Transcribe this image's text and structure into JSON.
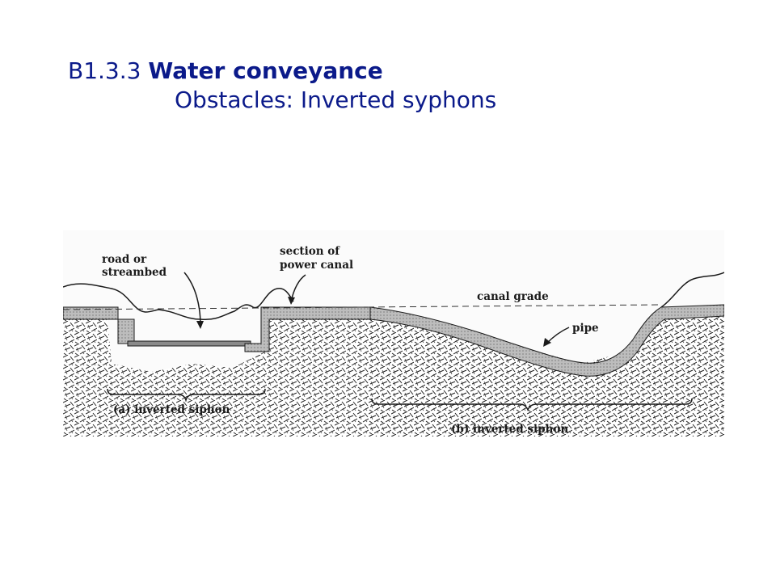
{
  "slide": {
    "section_number": "B1.3.3",
    "section_title": "Water conveyance",
    "subtitle": "Obstacles: Inverted syphons"
  },
  "figure": {
    "labels": {
      "road_or": "road or",
      "streambed": "streambed",
      "section_of": "section of",
      "power_canal": "power canal",
      "canal_grade": "canal grade",
      "pipe": "pipe",
      "caption_a": "(a)  inverted siphon",
      "caption_b": "(b)  inverted siphon"
    }
  }
}
